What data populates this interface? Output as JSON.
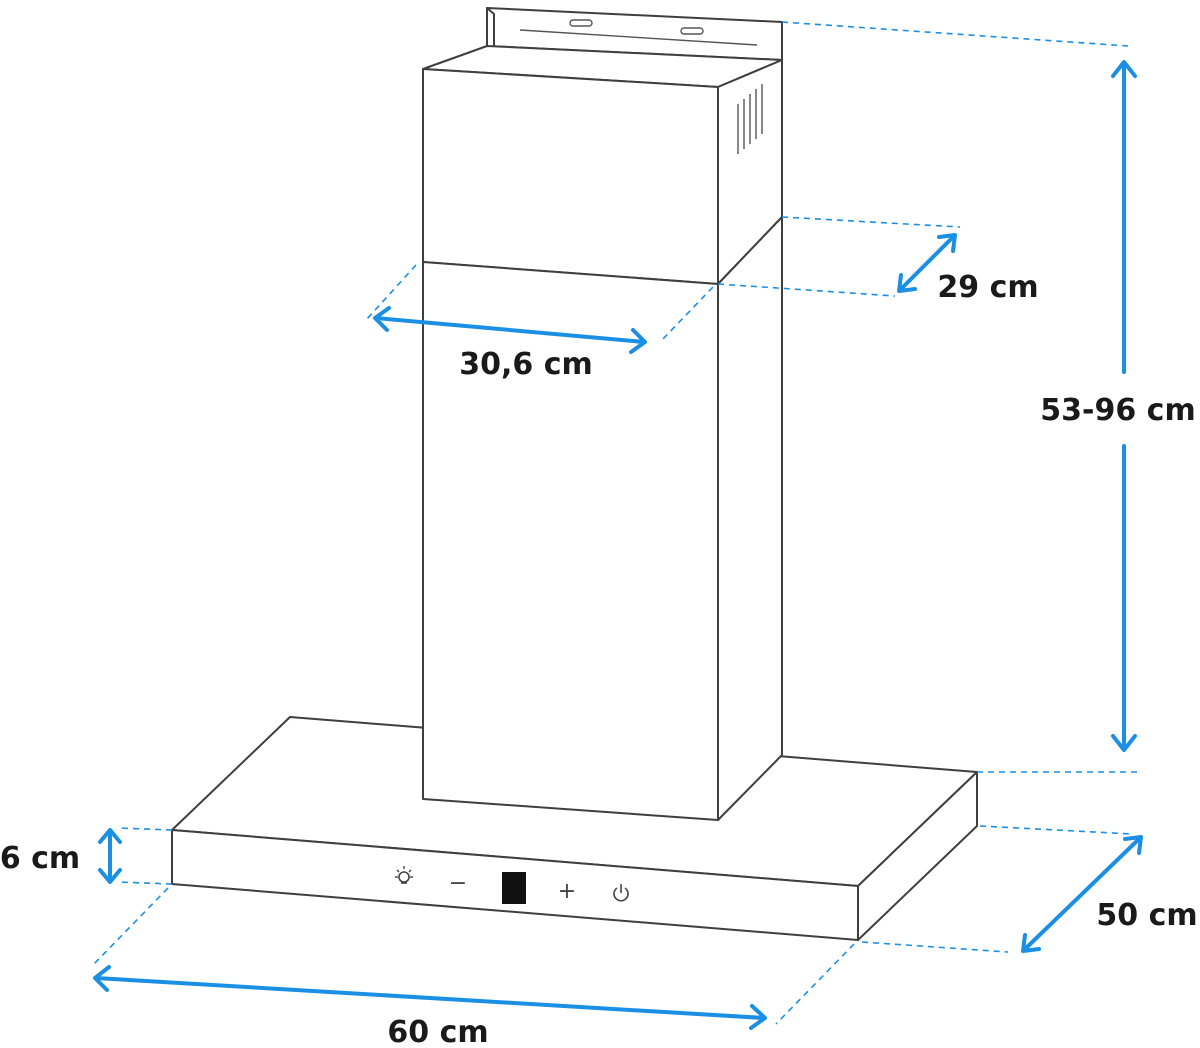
{
  "dimensions": {
    "height_range": "53-96 cm",
    "chimney_width": "30,6 cm",
    "chimney_depth": "29 cm",
    "canopy_thickness": "6 cm",
    "canopy_width": "60 cm",
    "canopy_depth": "50 cm"
  },
  "control_panel": {
    "minus_symbol": "−",
    "plus_symbol": "+",
    "icons": [
      "light-bulb-icon",
      "power-icon"
    ]
  },
  "colors": {
    "dimension_blue": "#1a8fe3",
    "outline": "#3f3f3f",
    "display_black": "#111111"
  }
}
